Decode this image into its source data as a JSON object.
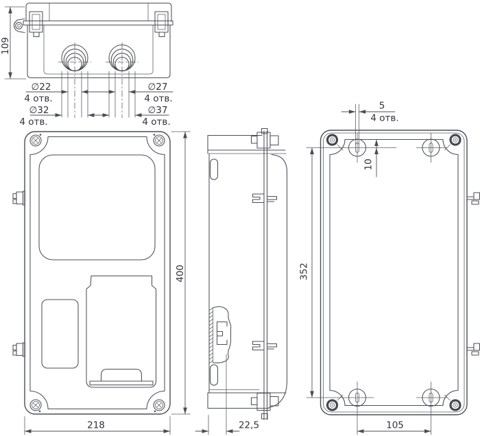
{
  "top_view": {
    "height_dim": "109",
    "d22": "∅22",
    "d22_holes": "4 отв.",
    "d27": "∅27",
    "d27_holes": "4 отв.",
    "d32": "∅32",
    "d32_holes": "4 отв.",
    "d37": "∅37",
    "d37_holes": "4 отв."
  },
  "front_view": {
    "width_dim": "218",
    "height_dim": "400"
  },
  "side_view": {
    "din_depth_dim": "22,5"
  },
  "back_view": {
    "slot_width_dim": "5",
    "slot_holes": "4 отв.",
    "slot_offset_dim": "10",
    "hole_pitch_v_dim": "352",
    "hole_pitch_h_dim": "105"
  }
}
